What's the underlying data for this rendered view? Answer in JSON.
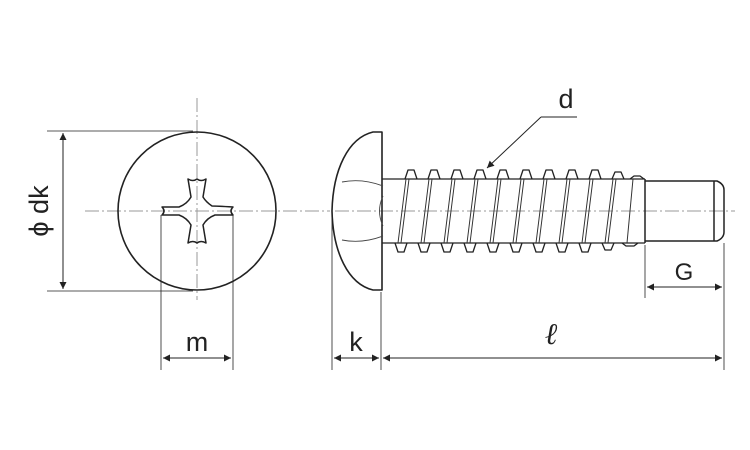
{
  "labels": {
    "head_diameter": "ϕ dk",
    "recess_width": "m",
    "head_height": "k",
    "length": "ℓ",
    "thread_diameter": "d",
    "point_length": "G"
  },
  "colors": {
    "outline": "#222222",
    "centerline": "#9a9a9a",
    "background": "#ffffff"
  }
}
